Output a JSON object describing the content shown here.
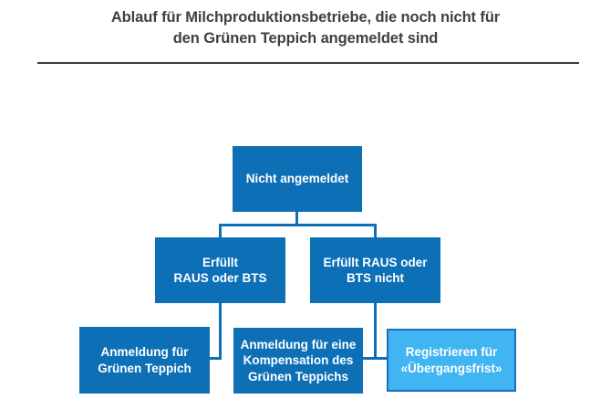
{
  "header": {
    "title_line1": "Ablauf für Milchproduktionsbetriebe, die noch nicht für",
    "title_line2": "den Grünen Teppich angemeldet sind"
  },
  "colors": {
    "box_fill": "#0d70b7",
    "box_text": "#ffffff",
    "highlight_fill": "#41b5f2",
    "highlight_border": "#1b6ec2",
    "connector": "#0d70b7",
    "title_text": "#3f4043",
    "rule": "#3d3d3d"
  },
  "flowchart": {
    "nodes": [
      {
        "id": "root",
        "label": "Nicht angemeldet",
        "style": "primary"
      },
      {
        "id": "fulfills",
        "label": "Erfüllt\nRAUS oder BTS",
        "style": "primary"
      },
      {
        "id": "not_fulfills",
        "label": "Erfüllt RAUS oder\nBTS nicht",
        "style": "primary"
      },
      {
        "id": "register_gt",
        "label": "Anmeldung für\nGrünen Teppich",
        "style": "primary"
      },
      {
        "id": "compensation",
        "label": "Anmeldung für eine\nKompensation des\nGrünen Teppichs",
        "style": "primary"
      },
      {
        "id": "transition",
        "label": "Registrieren für\n«Übergangsfrist»",
        "style": "highlight"
      }
    ],
    "edges": [
      {
        "from": "root",
        "to": "fulfills"
      },
      {
        "from": "root",
        "to": "not_fulfills"
      },
      {
        "from": "fulfills",
        "to": "register_gt"
      },
      {
        "from": "not_fulfills",
        "to": "compensation"
      },
      {
        "from": "not_fulfills",
        "to": "transition"
      }
    ]
  }
}
